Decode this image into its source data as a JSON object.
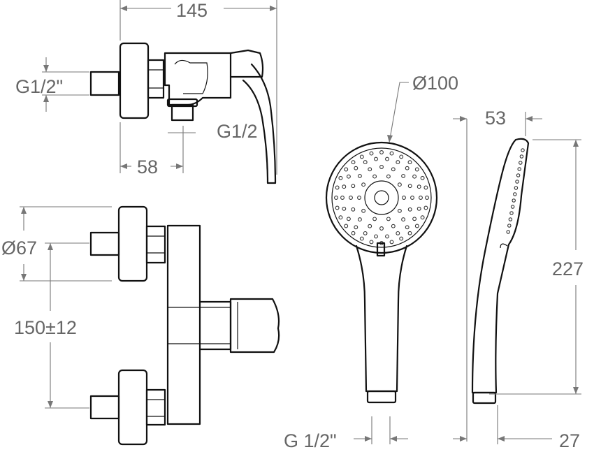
{
  "labels": {
    "width_overall": "145",
    "inlet_thread_top": "G1/2\"",
    "outlet_thread": "G1/2",
    "outlet_offset": "58",
    "flange_diameter": "Ø67",
    "center_distance": "150±12",
    "head_diameter": "Ø100",
    "head_depth": "53",
    "shower_length": "227",
    "hose_thread": "G 1/2\"",
    "handle_base": "27"
  },
  "colors": {
    "line": "#111111",
    "dimension": "#777777",
    "text": "#666666",
    "background": "#ffffff"
  }
}
